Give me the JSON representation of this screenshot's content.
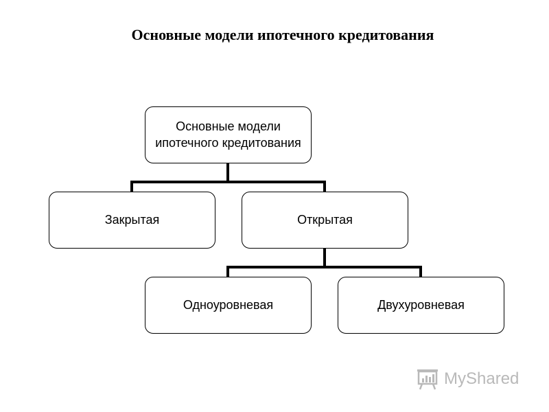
{
  "title": "Основные модели ипотечного кредитования",
  "diagram": {
    "root": "Основные модели ипотечного кредитования",
    "level1": [
      "Закрытая",
      "Открытая"
    ],
    "level2": [
      "Одноуровневая",
      "Двухуровневая"
    ]
  },
  "colors": {
    "line": "#000000",
    "box_border": "#000000",
    "watermark": "#b9b9b9"
  },
  "watermark": {
    "text": "MyShared",
    "icon": "presentation-board-icon"
  }
}
